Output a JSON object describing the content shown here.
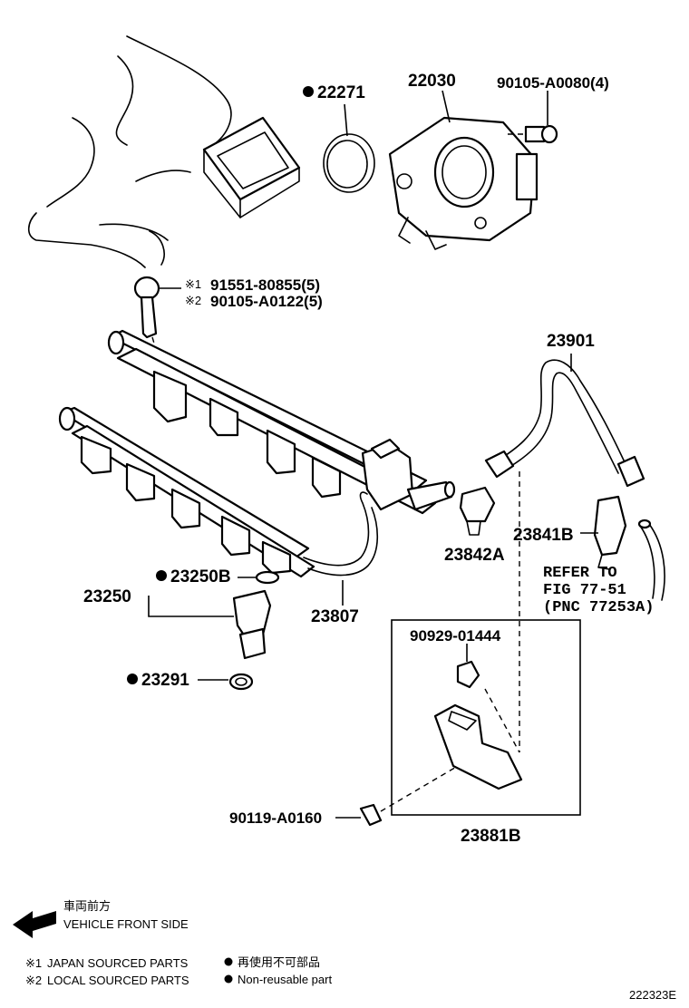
{
  "labels": {
    "p22271": "22271",
    "p22030": "22030",
    "p90105_a0080": "90105-A0080(4)",
    "p91551_prefix": "※1",
    "p91551": "91551-80855(5)",
    "p90105_a0122_prefix": "※2",
    "p90105_a0122": "90105-A0122(5)",
    "p23901": "23901",
    "p23841b": "23841B",
    "p23842a": "23842A",
    "p23250b": "23250B",
    "p23250": "23250",
    "p23807": "23807",
    "p23291": "23291",
    "p90929": "90929-01444",
    "p90119": "90119-A0160",
    "p23881b": "23881B",
    "ref_line1": "REFER TO",
    "ref_line2": "FIG 77-51",
    "ref_line3": "(PNC 77253A)"
  },
  "front_side": {
    "jp": "車両前方",
    "en": "VEHICLE FRONT SIDE"
  },
  "legend": {
    "japan_mark": "※1",
    "japan": "JAPAN SOURCED PARTS",
    "local_mark": "※2",
    "local": "LOCAL SOURCED PARTS",
    "nonreuse_jp": "再使用不可部品",
    "nonreuse_en": "Non-reusable part"
  },
  "diagram_id": "222323E"
}
